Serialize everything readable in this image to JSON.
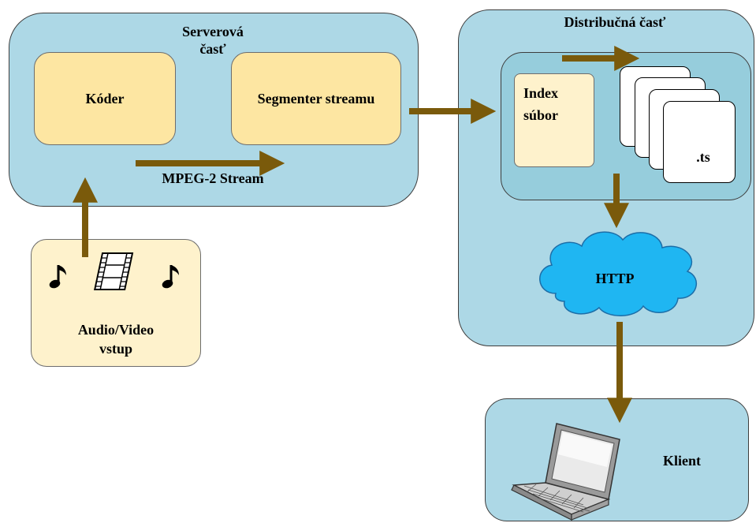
{
  "server": {
    "title_line1": "Serverová",
    "title_line2": "časť",
    "encoder": "Kóder",
    "segmenter": "Segmenter streamu",
    "stream_label": "MPEG-2 Stream"
  },
  "input": {
    "line1": "Audio/Video",
    "line2": "vstup"
  },
  "distribution": {
    "title": "Distribučná časť",
    "index_line1": "Index",
    "index_line2": "súbor",
    "segment_label": ".ts",
    "http_label": "HTTP"
  },
  "client": {
    "label": "Klient"
  },
  "colors": {
    "panel": "#add8e6",
    "inner_panel": "#96cddc",
    "box": "#fde6a2",
    "input_box": "#fef2cc",
    "arrow": "#7a5a0b",
    "cloud": "#1fb6f2"
  }
}
